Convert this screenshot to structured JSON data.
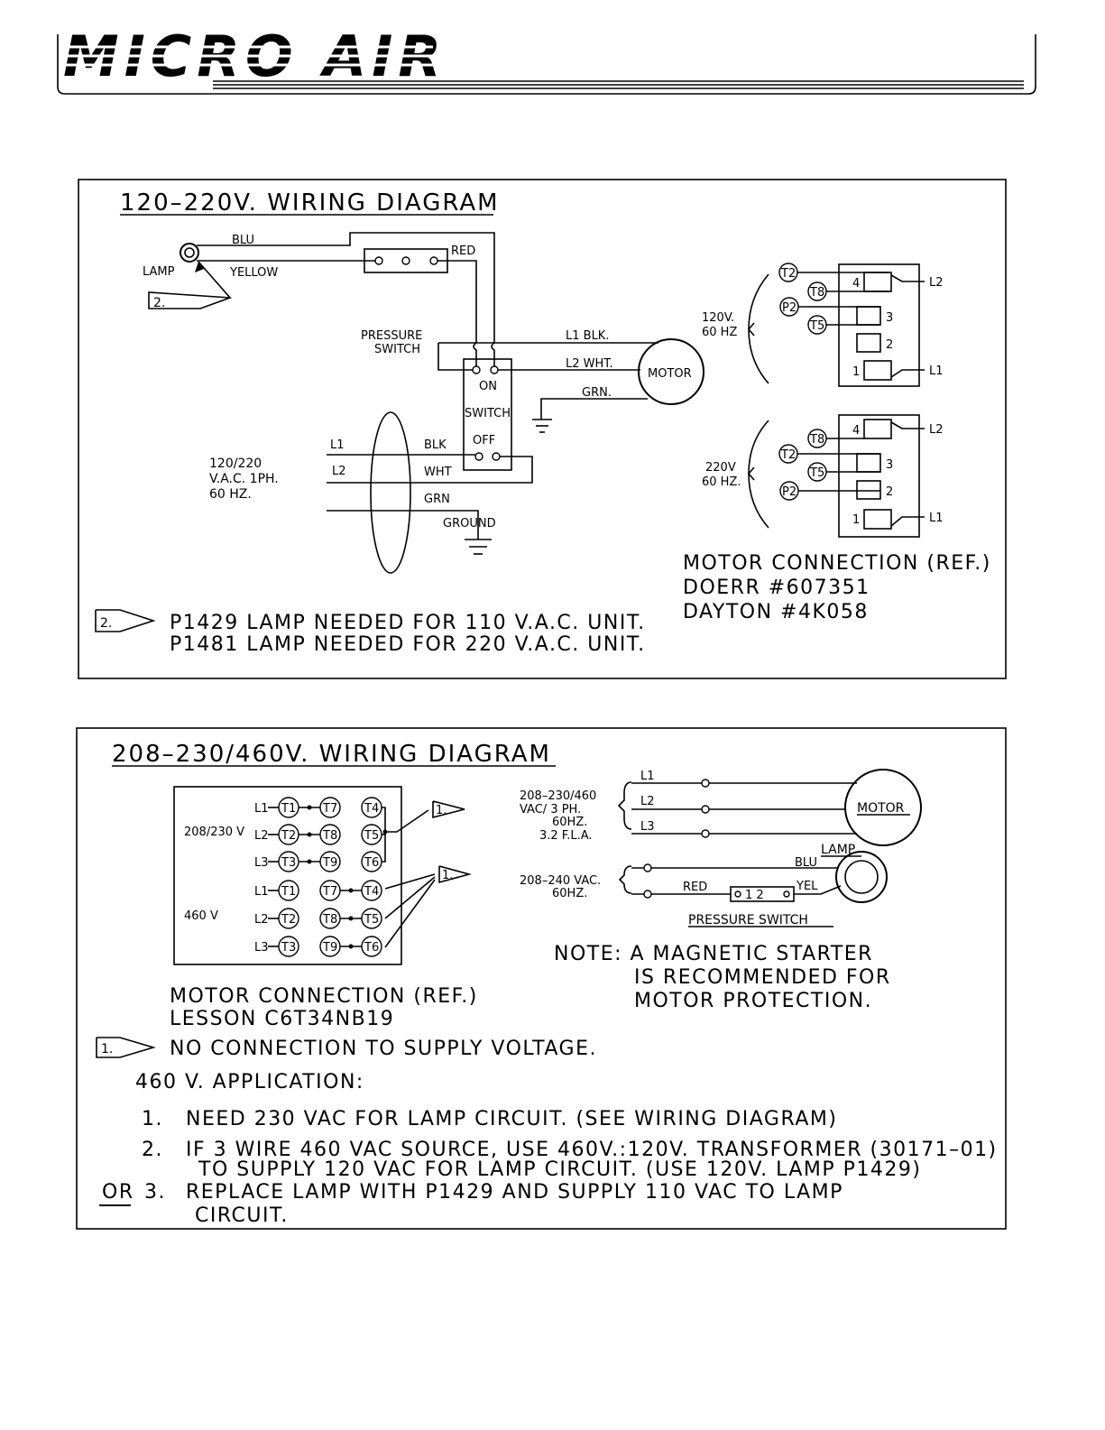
{
  "header": {
    "logo_text": "MICRO AIR"
  },
  "diagram1": {
    "title": "120–220V. WIRING DIAGRAM",
    "labels": {
      "blu": "BLU",
      "lamp": "LAMP",
      "yellow": "YELLOW",
      "red": "RED",
      "pressure": "PRESSURE",
      "switch_label": "SWITCH",
      "l1blk": "L1 BLK.",
      "l2wht": "L2 WHT.",
      "grn": "GRN.",
      "motor": "MOTOR",
      "on": "ON",
      "switch_box": "SWITCH",
      "off": "OFF",
      "l1": "L1",
      "l2": "L2",
      "blk": "BLK",
      "wht": "WHT",
      "grn2": "GRN",
      "ground": "GROUND",
      "supply1": "120/220",
      "supply2": "V.A.C. 1PH.",
      "supply3": "60 HZ.",
      "marker": "2."
    },
    "notes": [
      "P1429 LAMP NEEDED FOR 110 V.A.C. UNIT.",
      "P1481 LAMP NEEDED FOR 220 V.A.C. UNIT."
    ],
    "motor_conn": {
      "v120": "120V.",
      "hz120": "60 HZ",
      "v220": "220V",
      "hz220": "60 HZ.",
      "t2": "T2",
      "t8": "T8",
      "p2": "P2",
      "t5": "T5",
      "n1": "1",
      "n2": "2",
      "n3": "3",
      "n4": "4",
      "L1": "L1",
      "L2": "L2",
      "ref1": "MOTOR CONNECTION (REF.)",
      "ref2": "DOERR #607351",
      "ref3": "DAYTON #4K058"
    }
  },
  "diagram2": {
    "title": "208–230/460V. WIRING DIAGRAM",
    "box": {
      "v230": "208/230 V",
      "v460": "460 V",
      "l1": "L1",
      "l2": "L2",
      "l3": "L3",
      "t1": "T1",
      "t2": "T2",
      "t3": "T3",
      "t4": "T4",
      "t5": "T5",
      "t6": "T6",
      "t7": "T7",
      "t8": "T8",
      "t9": "T9",
      "marker": "1."
    },
    "right": {
      "supply1": "208–230/460",
      "supply2": "VAC/ 3 PH.",
      "supply3": "60HZ.",
      "supply4": "3.2 F.L.A.",
      "l1": "L1",
      "l2": "L2",
      "l3": "L3",
      "motor": "MOTOR",
      "lamp": "LAMP",
      "blu": "BLU",
      "red": "RED",
      "yel": "YEL",
      "lamp_supply1": "208–240 VAC.",
      "lamp_supply2": "60HZ.",
      "ps_terms": "1     2",
      "pressure_switch": "PRESSURE SWITCH"
    },
    "note": [
      "NOTE:  A MAGNETIC STARTER",
      "IS RECOMMENDED FOR",
      "MOTOR PROTECTION."
    ],
    "ref1": "MOTOR CONNECTION (REF.)",
    "ref2": "LESSON C6T34NB19",
    "no_conn": "NO CONNECTION TO SUPPLY VOLTAGE.",
    "app_title": "460 V. APPLICATION:",
    "app_items": [
      {
        "num": "1.",
        "text": "NEED 230 VAC FOR LAMP CIRCUIT. (SEE WIRING DIAGRAM)"
      },
      {
        "num": "2.",
        "text": "IF 3 WIRE 460 VAC SOURCE, USE 460V.:120V. TRANSFORMER (30171–01)"
      },
      {
        "num": "",
        "text": "TO SUPPLY 120 VAC FOR LAMP CIRCUIT. (USE 120V. LAMP P1429)"
      },
      {
        "num": "3.",
        "text": "REPLACE LAMP WITH P1429 AND SUPPLY 110 VAC TO LAMP"
      },
      {
        "num": "",
        "text": "CIRCUIT."
      }
    ],
    "or": "OR"
  }
}
